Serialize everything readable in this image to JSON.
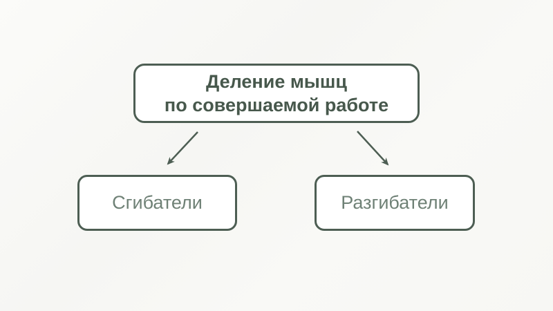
{
  "slide": {
    "title": {
      "lines": [
        "Деление мышц",
        "по совершаемой работе"
      ]
    },
    "children": [
      {
        "id": "flexors",
        "label": "Сгибатели"
      },
      {
        "id": "extensors",
        "label": "Разгибатели"
      }
    ]
  },
  "colors": {
    "background": "#f7f7f4",
    "box_border": "#4d5e53",
    "box_fill": "#ffffff",
    "title_text": "#47584c",
    "label_text": "#6f8176",
    "arrow": "#4d5e53"
  }
}
